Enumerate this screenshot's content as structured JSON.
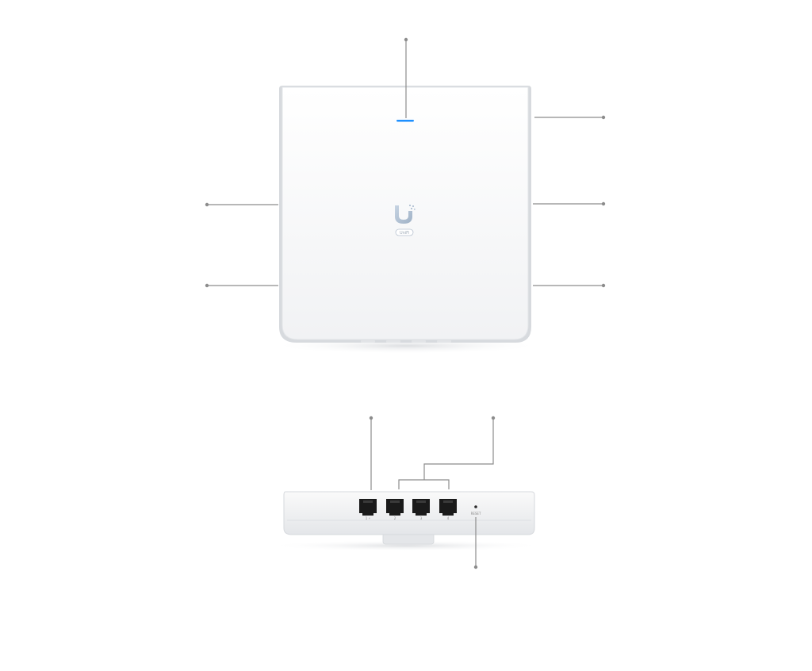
{
  "device": {
    "logo_text": "U",
    "model_badge": "UniFi",
    "led_color": "#1e90ff"
  },
  "bottom_view": {
    "port_labels": [
      "1 ⚡",
      "2",
      "3",
      "4"
    ],
    "reset_label": "RESET"
  },
  "colors": {
    "leader_line": "#8c8c8c",
    "body": "#f3f4f6",
    "body_edge": "#c9ccd1",
    "port": "#1a1a1a"
  }
}
